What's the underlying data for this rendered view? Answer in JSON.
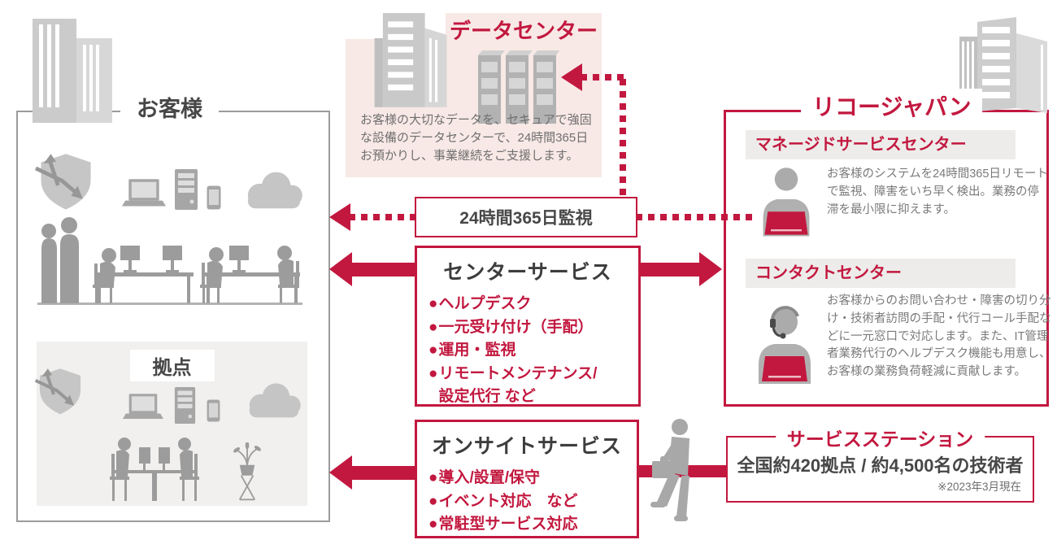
{
  "colors": {
    "accent": "#c2183f",
    "datacenter_panel_pink": "#f8e9e6",
    "branch_panel_gray": "#f1f0ee",
    "section_header_gray": "#edecea",
    "customer_border_gray": "#9b9b9b",
    "title_text": "#474747",
    "body_text": "#757575"
  },
  "customer": {
    "label": "お客様",
    "branch": {
      "label": "拠点"
    }
  },
  "datacenter": {
    "title": "データセンター",
    "description": "お客様の大切なデータを、セキュアで強固な設備のデータセンターで、24時間365日お預かりし、事業継続をご支援します。"
  },
  "monitoring": {
    "label": "24時間365日監視"
  },
  "center_service": {
    "title": "センターサービス",
    "bullet": "●",
    "items": [
      "ヘルプデスク",
      "一元受け付け（手配）",
      "運用・監視",
      "リモートメンテナンス/\n設定代行 など"
    ]
  },
  "onsite_service": {
    "title": "オンサイトサービス",
    "bullet": "●",
    "items": [
      "導入/設置/保守",
      "イベント対応　など",
      "常駐型サービス対応"
    ]
  },
  "ricoh": {
    "label": "リコージャパン",
    "managed": {
      "title": "マネージドサービスセンター",
      "description": "お客様のシステムを24時間365日リモートで監視、障害をいち早く検出。業務の停滞を最小限に抑えます。"
    },
    "contact": {
      "title": "コンタクトセンター",
      "description": "お客様からのお問い合わせ・障害の切り分け・技術者訪問の手配・代行コール手配などに一元窓口で対応します。また、IT管理者業務代行のヘルプデスク機能も用意し、お客様の業務負荷軽減に貢献します。"
    }
  },
  "service_station": {
    "title": "サービスステーション",
    "stat": "全国約420拠点 / 約4,500名の技術者",
    "note": "※2023年3月現在"
  },
  "icons": {
    "office_buildings": "office-building-illustration",
    "server_racks": "server-rack-illustration",
    "security_shield": "shield-with-arrows-icon",
    "devices": "laptop-server-phone-cloud-icons",
    "managed_operator": "operator-at-laptop-icon",
    "contact_operator": "operator-with-headset-icon",
    "technician": "walking-technician-icon"
  }
}
